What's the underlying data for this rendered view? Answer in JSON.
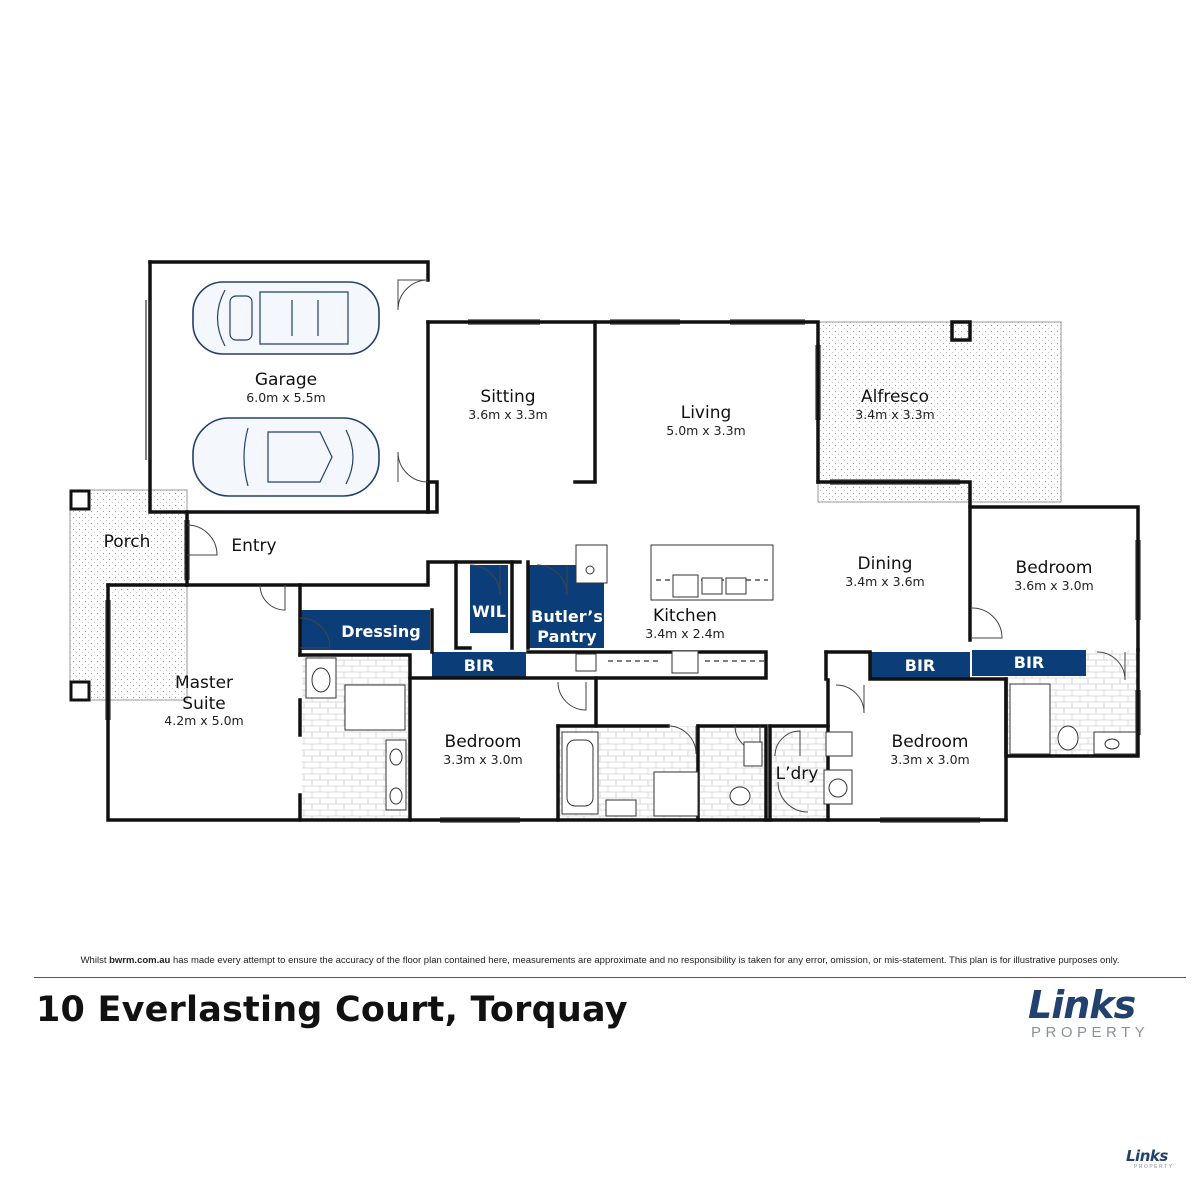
{
  "rooms": {
    "garage": {
      "name": "Garage",
      "dim": "6.0m x 5.5m"
    },
    "sitting": {
      "name": "Sitting",
      "dim": "3.6m x 3.3m"
    },
    "living": {
      "name": "Living",
      "dim": "5.0m x 3.3m"
    },
    "alfresco": {
      "name": "Alfresco",
      "dim": "3.4m x 3.3m"
    },
    "porch": {
      "name": "Porch"
    },
    "entry": {
      "name": "Entry"
    },
    "dining": {
      "name": "Dining",
      "dim": "3.4m x 3.6m"
    },
    "bedroom_ne": {
      "name": "Bedroom",
      "dim": "3.6m x 3.0m"
    },
    "kitchen": {
      "name": "Kitchen",
      "dim": "3.4m x 2.4m"
    },
    "master": {
      "name_line1": "Master",
      "name_line2": "Suite",
      "dim": "4.2m x 5.0m"
    },
    "bedroom_mid": {
      "name": "Bedroom",
      "dim": "3.3m x 3.0m"
    },
    "laundry": {
      "name": "L’dry"
    },
    "bedroom_se": {
      "name": "Bedroom",
      "dim": "3.3m x 3.0m"
    }
  },
  "storage": {
    "dressing": "Dressing",
    "wil": "WIL",
    "butlers_line1": "Butler’s",
    "butlers_line2": "Pantry",
    "bir_1": "BIR",
    "bir_2": "BIR",
    "bir_3": "BIR"
  },
  "footer": {
    "disclaimer_pre": "Whilst ",
    "disclaimer_site": "bwrm.com.au",
    "disclaimer_post": " has made every attempt to ensure the accuracy of the floor plan contained here, measurements are approximate and no responsibility is taken for any error, omission, or mis-statement. This plan is for illustrative purposes only.",
    "address": "10 Everlasting Court, Torquay",
    "logo_word": "Links",
    "logo_sub": "PROPERTY"
  },
  "colors": {
    "storage_blue": "#0b3d78",
    "wall": "#111111",
    "logo_navy": "#22416e",
    "logo_grey": "#8b9298"
  }
}
